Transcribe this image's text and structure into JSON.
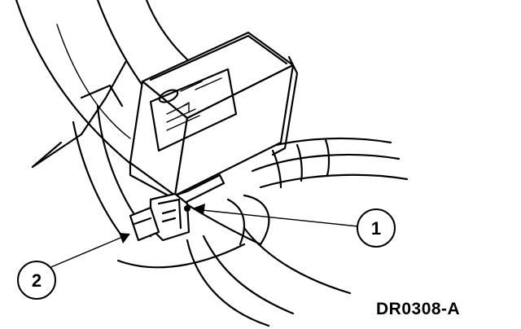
{
  "callouts": [
    {
      "number": "1"
    },
    {
      "number": "2"
    }
  ],
  "figure_id": "DR0308-A",
  "colors": {
    "ink": "#000000",
    "paper": "#ffffff"
  }
}
